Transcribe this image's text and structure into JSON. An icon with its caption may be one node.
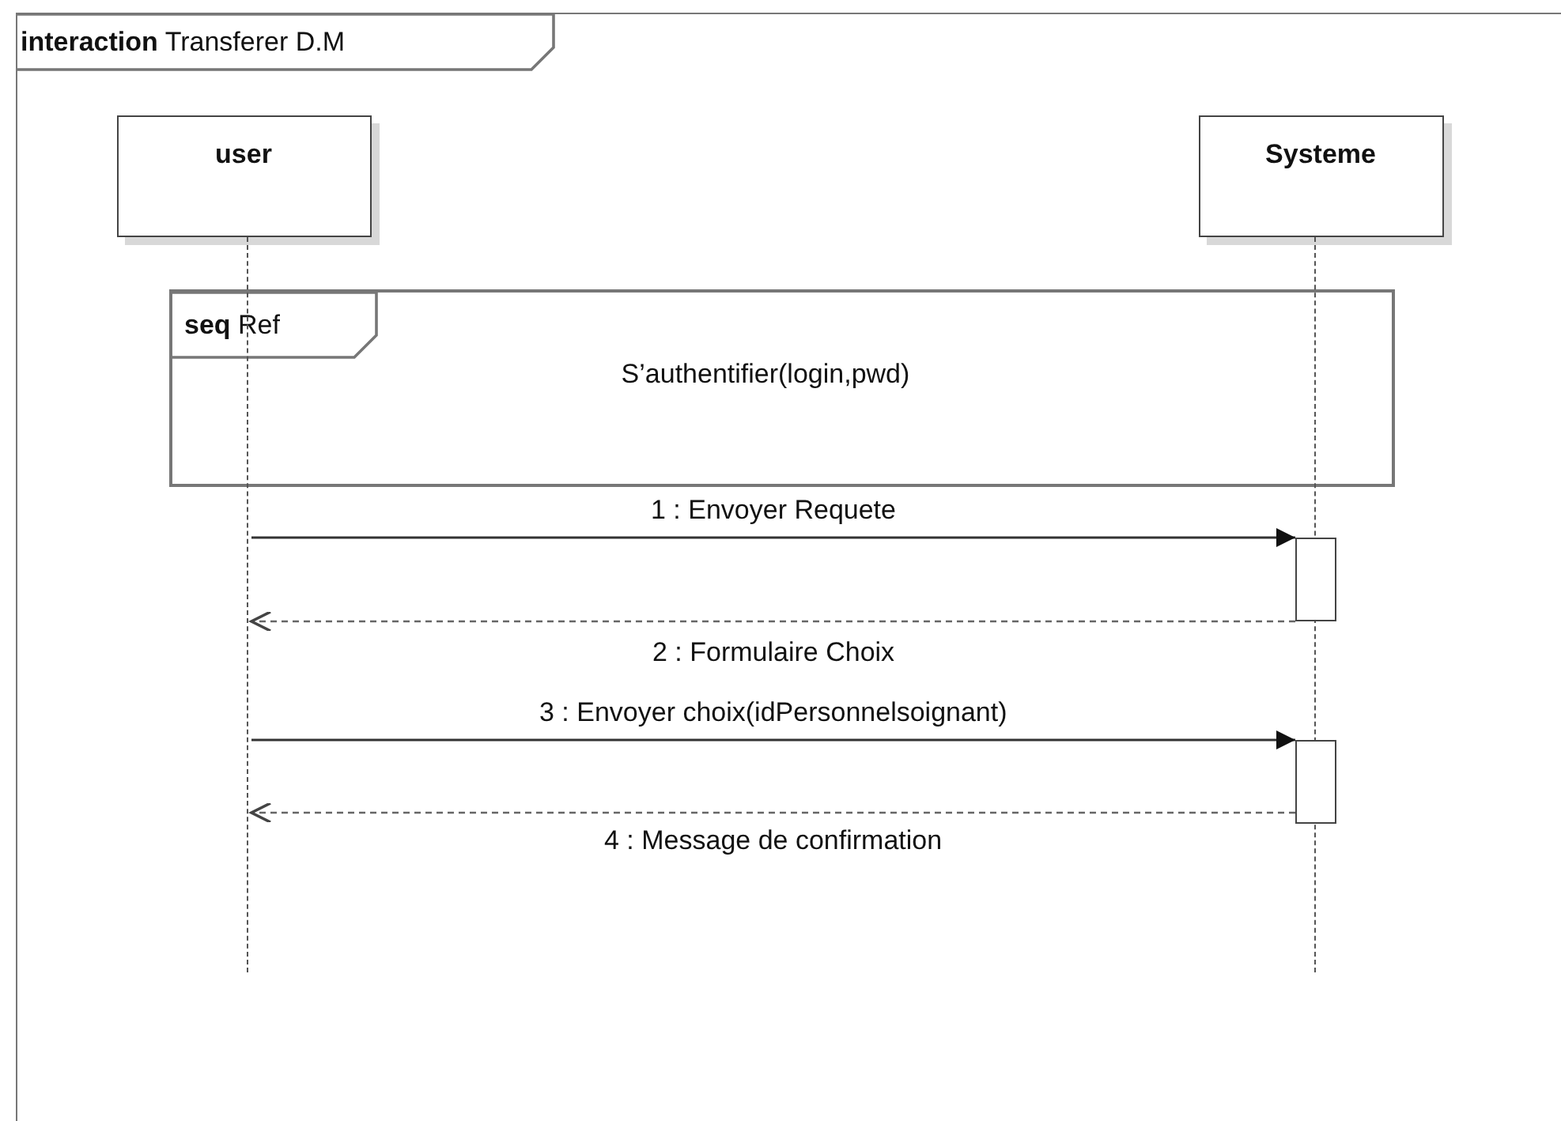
{
  "diagram": {
    "nodes": [
      {
        "text": [
          "**interaction** Transferer D.M"
        ]
      },
      {
        "text": [
          "user"
        ],
        "in": 0
      },
      {
        "text": [
          "Systeme"
        ],
        "in": 0
      },
      {
        "text": [
          "**seq** Ref",
          "S’authentifier(login,pwd)"
        ],
        "in": 0
      },
      {
        "text": [],
        "shape": "lifeline",
        "in": 0
      },
      {
        "text": [],
        "shape": "lifeline",
        "in": 0
      },
      {
        "text": [],
        "shape": "bar",
        "in": 0
      },
      {
        "text": [],
        "shape": "bar",
        "in": 0
      }
    ],
    "edges": [
      {
        "from": 4,
        "to": 6,
        "arrow": "to",
        "label": "1 : Envoyer Requete"
      },
      {
        "from": 6,
        "to": 4,
        "arrow": "to",
        "style": "dashed",
        "label": "2 : Formulaire Choix"
      },
      {
        "from": 4,
        "to": 7,
        "arrow": "to",
        "label": "3 : Envoyer choix(idPersonnelsoignant)"
      },
      {
        "from": 7,
        "to": 4,
        "arrow": "to",
        "style": "dashed",
        "label": "4 : Message de confirmation"
      }
    ]
  }
}
